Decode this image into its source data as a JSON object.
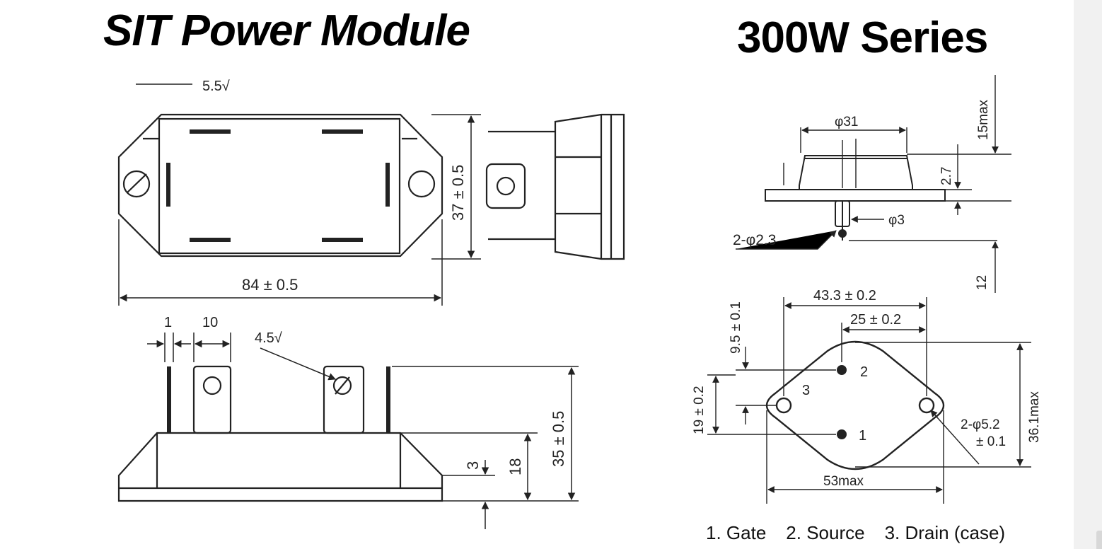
{
  "titles": {
    "left": "SIT Power Module",
    "right": "300W Series"
  },
  "module": {
    "width_dim": "84 ± 0.5",
    "height_dim": "37 ± 0.5",
    "thread_top": "5.5√",
    "thread_side": "4.5√",
    "pin_width": "1",
    "tab_width": "10",
    "total_height": "35 ± 0.5",
    "body_height": "18",
    "base_height": "3"
  },
  "to3": {
    "flange_dia": "φ31",
    "max_height": "15max",
    "flange_thk": "2.7",
    "pin_dia": "φ3",
    "hole_spec": "2-φ2.3",
    "pin_len": "12",
    "hole_spacing": "43.3 ± 0.2",
    "pin_offset": "25 ± 0.2",
    "pin_spacing_v": "9.5 ± 0.1",
    "pin_row": "19 ± 0.2",
    "width": "53max",
    "height": "36.1max",
    "mount_hole_1": "2-φ5.2",
    "mount_hole_2": "± 0.1",
    "pin1": "1",
    "pin2": "2",
    "pin3": "3"
  },
  "pinout": {
    "gate": "1. Gate",
    "source": "2. Source",
    "drain": "3. Drain (case)"
  }
}
